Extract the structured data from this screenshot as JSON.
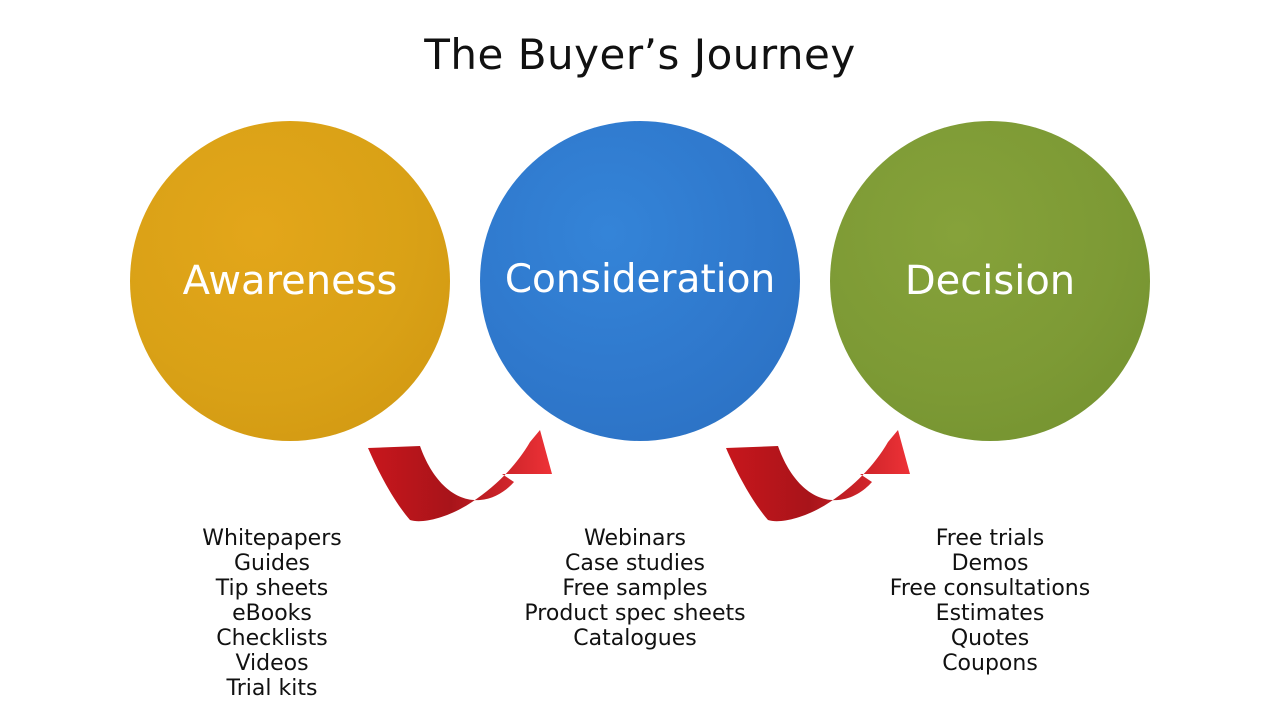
{
  "title": "The Buyer’s Journey",
  "colors": {
    "awareness": "#d9a116",
    "consideration": "#2f78cc",
    "decision": "#7d9a35",
    "arrow": "#e8252b"
  },
  "stages": [
    {
      "label": "Awareness",
      "items": [
        "Whitepapers",
        "Guides",
        "Tip sheets",
        "eBooks",
        "Checklists",
        "Videos",
        "Trial kits"
      ]
    },
    {
      "label": "Consideration",
      "items": [
        "Webinars",
        "Case studies",
        "Free samples",
        "Product spec sheets",
        "Catalogues"
      ]
    },
    {
      "label": "Decision",
      "items": [
        "Free trials",
        "Demos",
        "Free consultations",
        "Estimates",
        "Quotes",
        "Coupons"
      ]
    }
  ]
}
